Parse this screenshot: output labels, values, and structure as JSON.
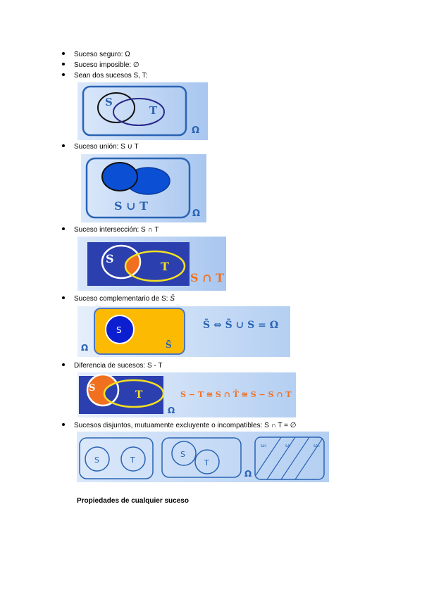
{
  "items": [
    {
      "text": "Suceso seguro: Ω"
    },
    {
      "text": "Suceso imposible: ∅"
    },
    {
      "text": "Sean dos sucesos S, T:"
    },
    {
      "text": "Suceso unión: S ∪ T"
    },
    {
      "text": "Suceso intersección: S ∩ T"
    },
    {
      "text": "Suceso complementario de S: "
    },
    {
      "text": "Diferencia de sucesos: S - T"
    },
    {
      "text": "Sucesos disjuntos, mutuamente excluyente o incompatibles: S ∩ T = ∅"
    }
  ],
  "complement_symbol": "S̄",
  "fig1": {
    "s": "S",
    "t": "T",
    "omega": "Ω"
  },
  "fig2": {
    "label": "S ∪ T",
    "omega": "Ω"
  },
  "fig3": {
    "s": "S",
    "t": "T",
    "label": "S ∩ T"
  },
  "fig4": {
    "s": "S",
    "sbar": "S̄",
    "omega": "Ω",
    "formula": "S̄ ⇔ S̄ ∪ S = Ω"
  },
  "fig5": {
    "s": "S",
    "t": "T",
    "omega": "Ω",
    "formula": "S − T ≅ S ∩ T̄ ≅ S − S ∩ T"
  },
  "fig6": {
    "s1": "S",
    "t1": "T",
    "s2": "S",
    "t2": "T",
    "omega": "Ω",
    "w1": "ω₁",
    "wi": "ωᵢ",
    "wn": "ωₙ"
  },
  "colors": {
    "panel_light": "#c9def7",
    "panel_mid": "#a9c8f0",
    "frame_blue": "#2a64b4",
    "royal": "#2b3fae",
    "yellow": "#f4e020",
    "orange": "#f07020",
    "navy": "#0b3bb5"
  },
  "heading": "Propiedades de cualquier suceso"
}
